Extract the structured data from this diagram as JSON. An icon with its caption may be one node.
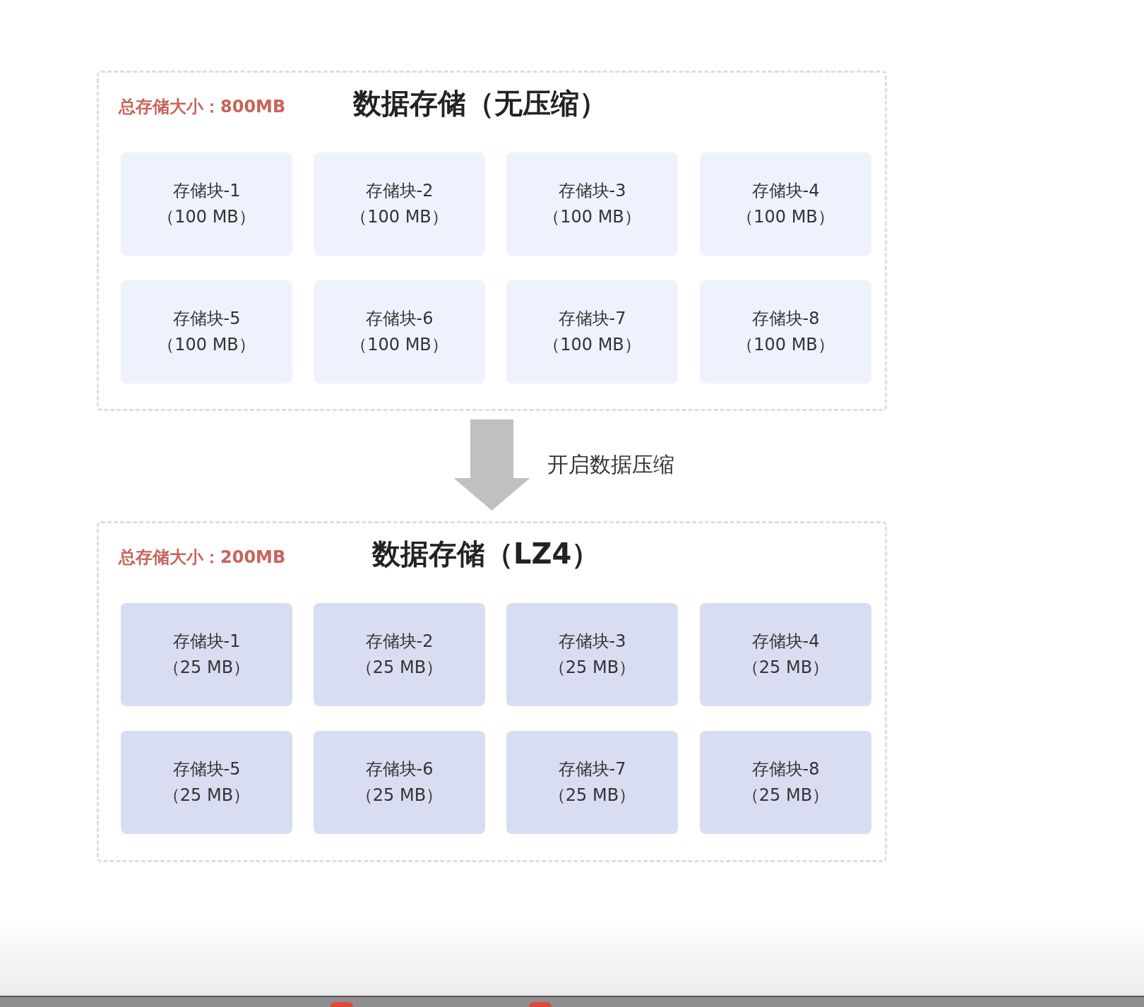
{
  "diagram": {
    "nodes": [
      {
        "text": [
          "总存储大小：800MB",
          "数据存储（无压缩）"
        ]
      },
      {
        "text": [
          "存储块-1 （100 MB）"
        ],
        "in": 0
      },
      {
        "text": [
          "存储块-2 （100 MB）"
        ],
        "in": 0
      },
      {
        "text": [
          "存储块-3 （100 MB）"
        ],
        "in": 0
      },
      {
        "text": [
          "存储块-4 （100 MB）"
        ],
        "in": 0
      },
      {
        "text": [
          "存储块-5 （100 MB）"
        ],
        "in": 0
      },
      {
        "text": [
          "存储块-6 （100 MB）"
        ],
        "in": 0
      },
      {
        "text": [
          "存储块-7 （100 MB）"
        ],
        "in": 0
      },
      {
        "text": [
          "存储块-8 （100 MB）"
        ],
        "in": 0
      },
      {
        "text": [
          "总存储大小：200MB",
          "数据存储（LZ4）"
        ]
      },
      {
        "text": [
          "存储块-1 （25 MB）"
        ],
        "in": 9
      },
      {
        "text": [
          "存储块-2 （25 MB）"
        ],
        "in": 9
      },
      {
        "text": [
          "存储块-3 （25 MB）"
        ],
        "in": 9
      },
      {
        "text": [
          "存储块-4 （25 MB）"
        ],
        "in": 9
      },
      {
        "text": [
          "存储块-5 （25 MB）"
        ],
        "in": 9
      },
      {
        "text": [
          "存储块-6 （25 MB）"
        ],
        "in": 9
      },
      {
        "text": [
          "存储块-7 （25 MB）"
        ],
        "in": 9
      },
      {
        "text": [
          "存储块-8 （25 MB）"
        ],
        "in": 9
      }
    ],
    "edges": [
      {
        "from": 0,
        "to": 9,
        "arrow": "to",
        "label": "开启数据压缩"
      }
    ]
  }
}
